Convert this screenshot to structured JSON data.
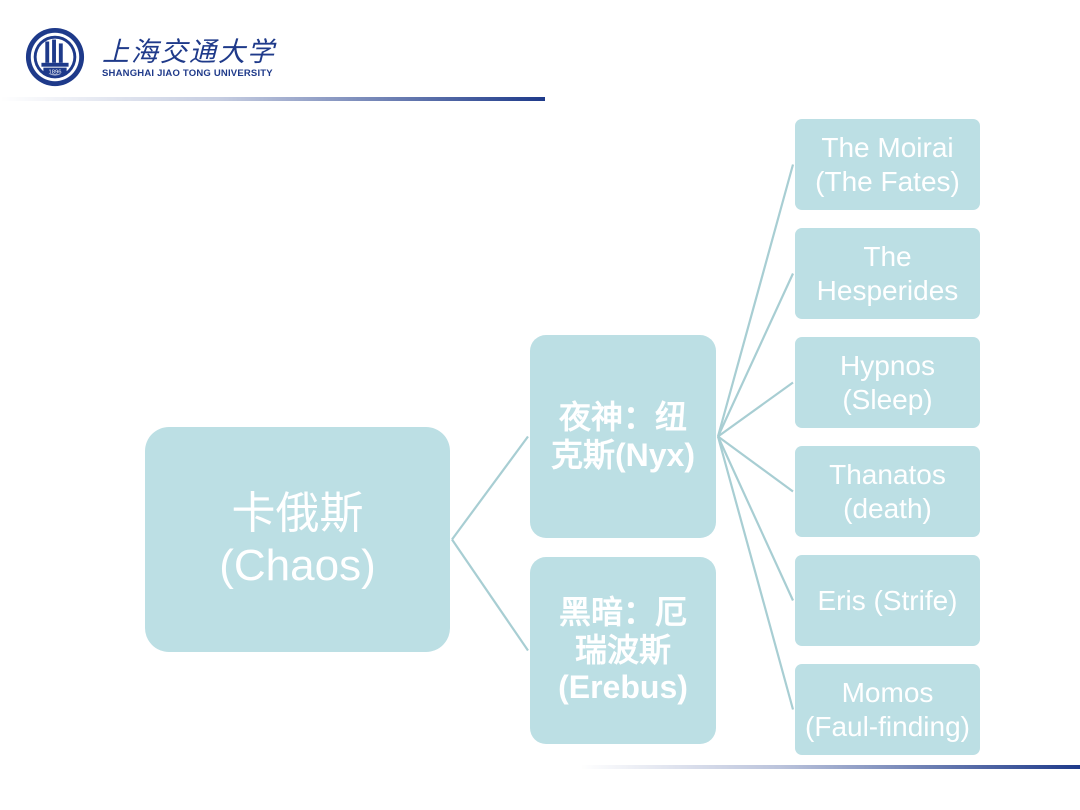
{
  "logo": {
    "name_cn": "上海交通大学",
    "name_en": "SHANGHAI JIAO TONG UNIVERSITY",
    "seal_year": "1896"
  },
  "colors": {
    "node_fill": "#bcdfe4",
    "connector": "#a8ced3",
    "node_text": "#ffffff",
    "rule": "#1e3a8a"
  },
  "tree": {
    "root": "卡俄斯\n(Chaos)",
    "level1": [
      "夜神：纽\n克斯(Nyx)",
      "黑暗：厄\n瑞波斯\n(Erebus)"
    ],
    "children_of_nyx": [
      "The Moirai\n(The Fates)",
      "The\nHesperides",
      "Hypnos\n(Sleep)",
      "Thanatos\n(death)",
      "Eris (Strife)",
      "Momos\n(Faul-finding)"
    ]
  }
}
